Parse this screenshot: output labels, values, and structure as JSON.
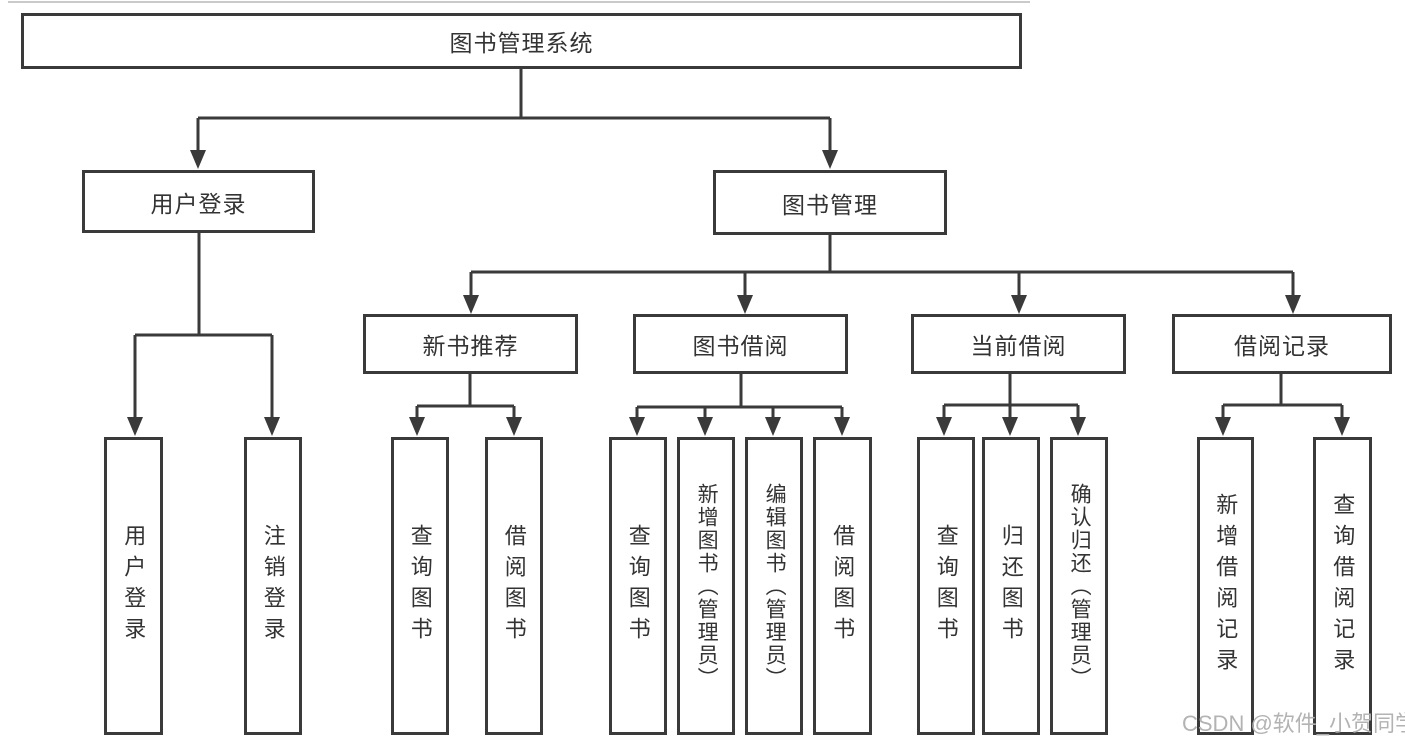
{
  "diagram": {
    "title": "图书管理系统",
    "nodes": {
      "root": {
        "label": "图书管理系统"
      },
      "user_login": {
        "label": "用户登录"
      },
      "book_mgmt": {
        "label": "图书管理"
      },
      "login": {
        "label": "用户登录"
      },
      "logout": {
        "label": "注销登录"
      },
      "new_books": {
        "label": "新书推荐"
      },
      "book_borrow": {
        "label": "图书借阅"
      },
      "current_borrow": {
        "label": "当前借阅"
      },
      "borrow_records": {
        "label": "借阅记录"
      },
      "nb_query": {
        "label": "查询图书"
      },
      "nb_borrow": {
        "label": "借阅图书"
      },
      "bb_query": {
        "label": "查询图书"
      },
      "bb_add": {
        "label": "新增图书（管理员）"
      },
      "bb_edit": {
        "label": "编辑图书（管理员）"
      },
      "bb_borrow": {
        "label": "借阅图书"
      },
      "cb_query": {
        "label": "查询图书"
      },
      "cb_return": {
        "label": "归还图书"
      },
      "cb_confirm": {
        "label": "确认归还（管理员）"
      },
      "br_add": {
        "label": "新增借阅记录"
      },
      "br_query": {
        "label": "查询借阅记录"
      }
    }
  },
  "watermark": {
    "text": "CSDN @软件_小贺同学"
  },
  "colors": {
    "line": "#3a3a3a",
    "text": "#333333",
    "watermark": "#b3b3b3",
    "bg": "#ffffff"
  }
}
